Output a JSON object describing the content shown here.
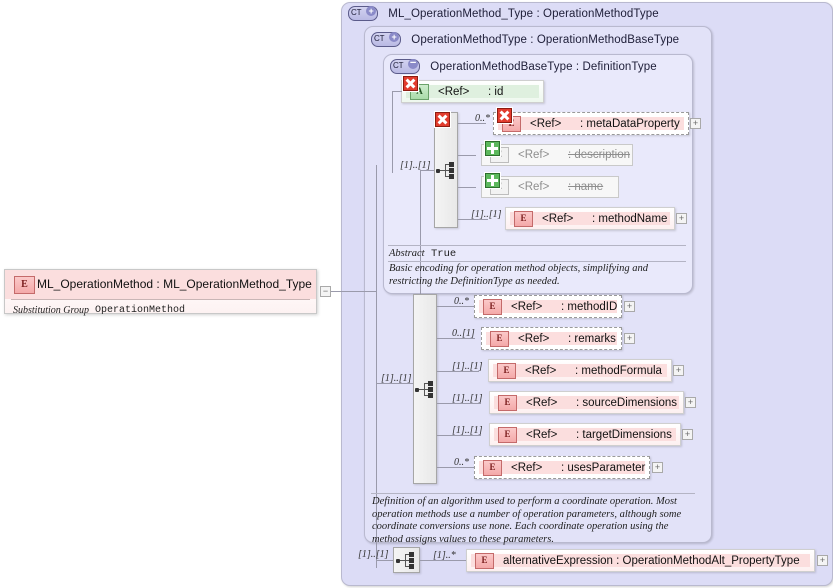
{
  "diagram": {
    "kind": "xsd-schema-diagram",
    "root_element": {
      "badge": "E",
      "title": "ML_OperationMethod : ML_OperationMethod_Type",
      "substitution_group_key": "Substitution Group",
      "substitution_group_value": "OperationMethod",
      "collapse_toggle": "−"
    },
    "panels": [
      {
        "badge": "CT",
        "toggle": "+",
        "label": "ML_OperationMethod_Type : OperationMethodType"
      },
      {
        "badge": "CT",
        "toggle": "+",
        "label": "OperationMethodType : OperationMethodBaseType"
      },
      {
        "badge": "CT",
        "toggle": "−",
        "label": "OperationMethodBaseType : DefinitionType"
      }
    ],
    "attribute_node": {
      "badge": "A",
      "ref": "<Ref>",
      "name": ": id",
      "mark": "x"
    },
    "inner_sequence": {
      "name": "sequence-compositor",
      "occurrence": "[1]..[1]",
      "mark": "x"
    },
    "inner_nodes": [
      {
        "badge": "E",
        "ref": "<Ref>",
        "name": ": metaDataProperty",
        "occurrence": "0..*",
        "style": "dashed",
        "mark": "x",
        "expand": "+"
      },
      {
        "badge": "E",
        "ref": "<Ref>",
        "name": ": description",
        "occurrence": "",
        "style": "prohibited",
        "mark": "plus",
        "expand": ""
      },
      {
        "badge": "E",
        "ref": "<Ref>",
        "name": ": name",
        "occurrence": "",
        "style": "prohibited",
        "mark": "plus",
        "expand": ""
      },
      {
        "badge": "E",
        "ref": "<Ref>",
        "name": ": methodName",
        "occurrence": "[1]..[1]",
        "style": "solid",
        "mark": "",
        "expand": "+"
      }
    ],
    "abstract": {
      "key": "Abstract",
      "value": "True"
    },
    "inner_doc": "Basic encoding for operation method objects, simplifying and restricting the DefinitionType as needed.",
    "outer_sequence": {
      "name": "sequence-compositor",
      "occurrence": "[1]..[1]",
      "mark": ""
    },
    "outer_nodes": [
      {
        "badge": "E",
        "ref": "<Ref>",
        "name": ": methodID",
        "occurrence": "0..*",
        "style": "dashed",
        "expand": "+"
      },
      {
        "badge": "E",
        "ref": "<Ref>",
        "name": ": remarks",
        "occurrence": "0..[1]",
        "style": "dashed",
        "expand": "+"
      },
      {
        "badge": "E",
        "ref": "<Ref>",
        "name": ": methodFormula",
        "occurrence": "[1]..[1]",
        "style": "solid",
        "expand": "+"
      },
      {
        "badge": "E",
        "ref": "<Ref>",
        "name": ": sourceDimensions",
        "occurrence": "[1]..[1]",
        "style": "solid",
        "expand": "+"
      },
      {
        "badge": "E",
        "ref": "<Ref>",
        "name": ": targetDimensions",
        "occurrence": "[1]..[1]",
        "style": "solid",
        "expand": "+"
      },
      {
        "badge": "E",
        "ref": "<Ref>",
        "name": ": usesParameter",
        "occurrence": "0..*",
        "style": "dashed",
        "expand": "+"
      }
    ],
    "outer_doc": "Definition of an algorithm used to perform a coordinate operation. Most operation methods use a number of operation parameters, although some coordinate conversions use none. Each coordinate operation using the method assigns values to these parameters.",
    "bottom_sequence": {
      "name": "sequence-compositor",
      "occurrence": "[1]..[1]"
    },
    "bottom_node": {
      "badge": "E",
      "label": "alternativeExpression : OperationMethodAlt_PropertyType",
      "occurrence": "[1]..*",
      "expand": "+"
    },
    "colors": {
      "panel_outer": "#dcdcf6",
      "panel_mid": "#e2e2f8",
      "panel_inner": "#e9e9fb",
      "element_fill": "#fbdede",
      "attribute_fill": "#dff0df",
      "mark_prohibited": "#e23c2e",
      "mark_added": "#5cb85c",
      "line": "#9a9aab"
    }
  }
}
